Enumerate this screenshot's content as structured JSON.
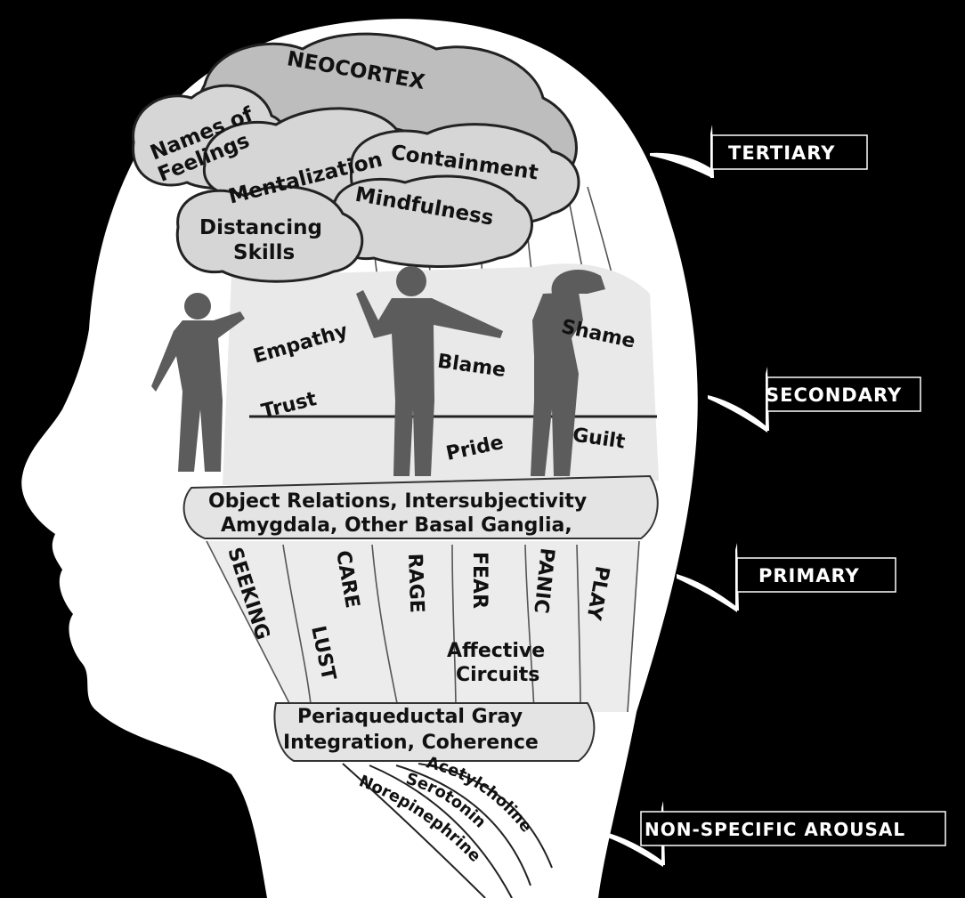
{
  "levels": {
    "tertiary": "TERTIARY",
    "secondary": "SECONDARY",
    "primary": "PRIMARY",
    "arousal": "NON-SPECIFIC AROUSAL"
  },
  "clouds": {
    "neocortex": "NEOCORTEX",
    "names_line1": "Names of",
    "names_line2": "Feelings",
    "mentalization": "Mentalization",
    "containment": "Containment",
    "distancing_line1": "Distancing",
    "distancing_line2": "Skills",
    "mindfulness": "Mindfulness"
  },
  "secondary": {
    "empathy": "Empathy",
    "trust": "Trust",
    "blame": "Blame",
    "shame": "Shame",
    "pride": "Pride",
    "guilt": "Guilt"
  },
  "band": {
    "line1": "Object Relations, Intersubjectivity",
    "line2": "Amygdala, Other Basal Ganglia,"
  },
  "circuits": {
    "seeking": "SEEKING",
    "lust": "LUST",
    "care": "CARE",
    "rage": "RAGE",
    "fear": "FEAR",
    "panic": "PANIC",
    "play": "PLAY",
    "affective_line1": "Affective",
    "affective_line2": "Circuits"
  },
  "pag": {
    "line1": "Periaqueductal Gray",
    "line2": "Integration, Coherence"
  },
  "chemicals": {
    "acetylcholine": "Acetylcholine",
    "serotonin": "Serotonin",
    "norepinephrine": "Norepinephrine"
  }
}
